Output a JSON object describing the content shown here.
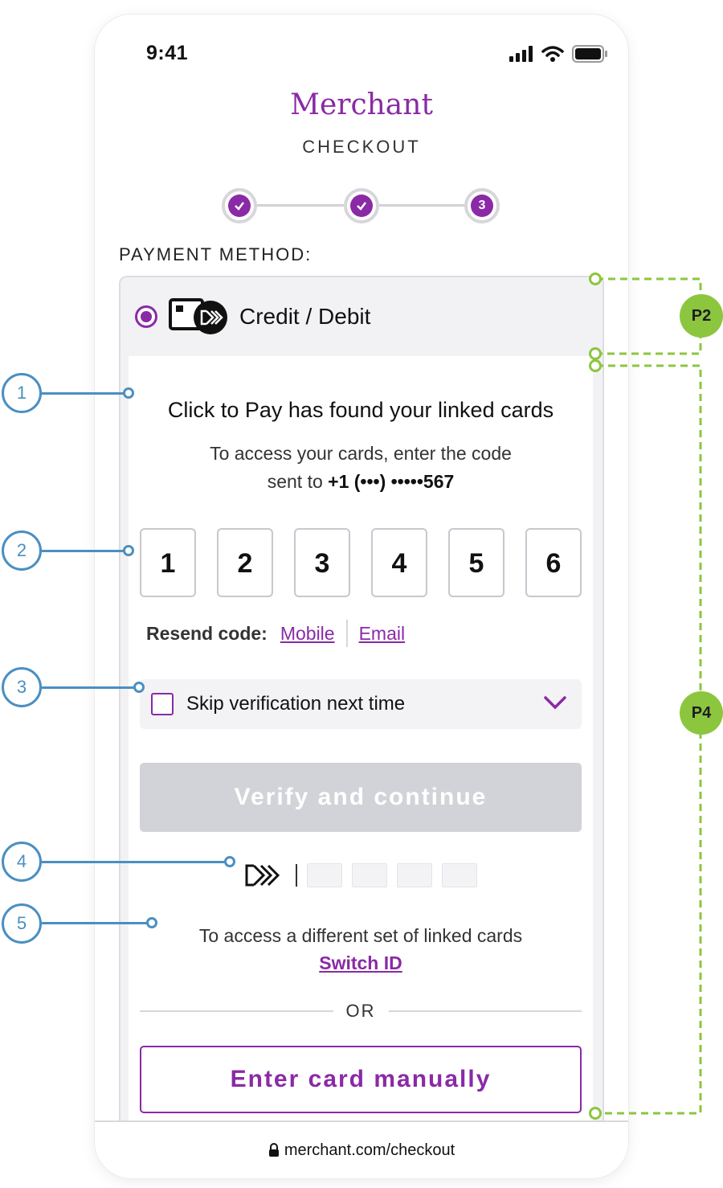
{
  "status_bar": {
    "time": "9:41",
    "icons": [
      "signal-icon",
      "wifi-icon",
      "battery-icon"
    ]
  },
  "header": {
    "brand": "Merchant",
    "subtitle": "CHECKOUT"
  },
  "stepper": {
    "steps": [
      {
        "state": "complete"
      },
      {
        "state": "complete"
      },
      {
        "state": "current",
        "label": "3"
      }
    ]
  },
  "payment": {
    "section_label": "PAYMENT METHOD:",
    "method_name": "Credit / Debit",
    "selected": true
  },
  "panel": {
    "title": "Click to Pay has found your linked cards",
    "desc_line1": "To access your cards, enter the code",
    "desc_line2_prefix": "sent to ",
    "desc_line2_number": "+1 (•••) •••••567",
    "otp_digits": [
      "1",
      "2",
      "3",
      "4",
      "5",
      "6"
    ],
    "resend_label": "Resend code:",
    "resend_mobile": "Mobile",
    "resend_email": "Email",
    "skip_label": "Skip verification next time",
    "skip_checked": false,
    "verify_button": "Verify and continue",
    "switch_desc": "To access a different set of linked cards",
    "switch_link": "Switch ID",
    "or_text": "OR",
    "manual_button": "Enter card manually"
  },
  "url_bar": {
    "url": "merchant.com/checkout"
  },
  "callouts": [
    "1",
    "2",
    "3",
    "4",
    "5"
  ],
  "zones": [
    "P2",
    "P4"
  ],
  "colors": {
    "brand": "#8a2aa6",
    "callout": "#4a8fc2",
    "zone": "#8cc63f",
    "disabled": "#d2d3d8"
  }
}
